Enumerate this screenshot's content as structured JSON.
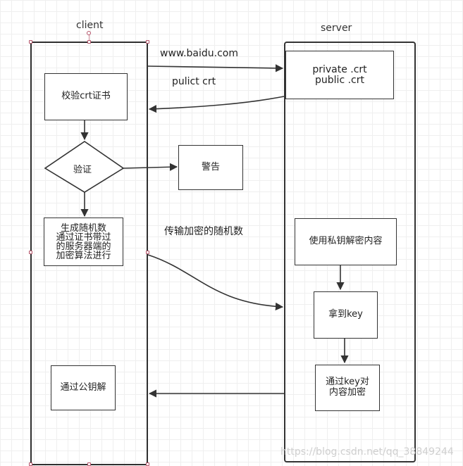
{
  "lanes": {
    "client_title": "client",
    "server_title": "server"
  },
  "nodes": {
    "verify_crt": "校验crt证书",
    "validate": "验证",
    "warning": "警告",
    "generate_random": [
      "生成随机数",
      "通过证书带过",
      "的服务器端的",
      "加密算法进行"
    ],
    "public_key_decrypt": "通过公钥解",
    "server_cert": [
      "private .crt",
      "public .crt"
    ],
    "private_key_decrypt": "使用私钥解密内容",
    "get_key": "拿到key",
    "encrypt_with_key": [
      "通过key对",
      "内容加密"
    ]
  },
  "edges": {
    "request_url": "www.baidu.com",
    "return_cert": "pulict crt",
    "send_random": "传输加密的随机数"
  },
  "watermark": "https://blog.csdn.net/qq_38849244",
  "colors": {
    "line": "#333333",
    "selection": "#b5546a",
    "grid": "#efefef"
  }
}
